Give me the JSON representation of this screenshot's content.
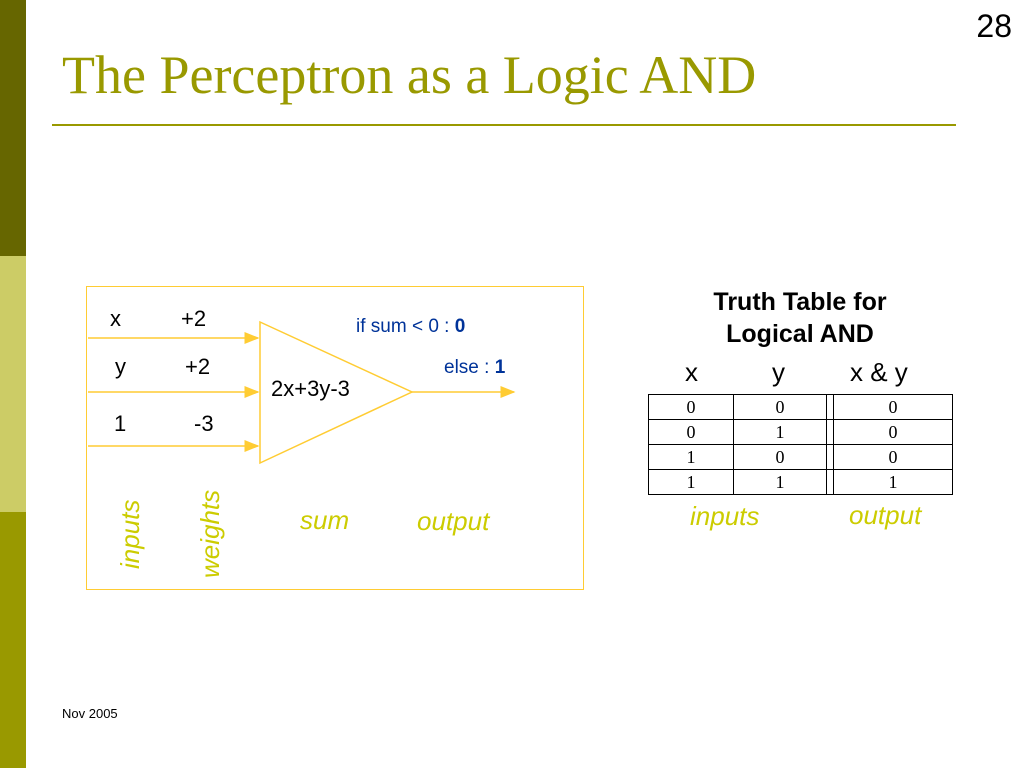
{
  "slide": {
    "number": "28",
    "title": "The Perceptron as a Logic AND",
    "footer": "Nov 2005"
  },
  "diagram": {
    "inputs": [
      {
        "name": "x",
        "weight": "+2"
      },
      {
        "name": "y",
        "weight": "+2"
      },
      {
        "name": "1",
        "weight": "-3"
      }
    ],
    "sum_expression": "2x+3y-3",
    "rule_if": "if  sum < 0 : ",
    "rule_if_value": "0",
    "rule_else": "else : ",
    "rule_else_value": "1",
    "labels": {
      "inputs": "inputs",
      "weights": "weights",
      "sum": "sum",
      "output": "output"
    },
    "colors": {
      "accent": "#999900",
      "arrow": "#ffcc33",
      "rule_text": "#003399",
      "label": "#cccc00"
    }
  },
  "truth_table": {
    "heading_line1": "Truth Table for",
    "heading_line2": "Logical AND",
    "col_x": "x",
    "col_y": "y",
    "col_out": "x & y",
    "rows": [
      [
        "0",
        "0",
        "0"
      ],
      [
        "0",
        "1",
        "0"
      ],
      [
        "1",
        "0",
        "0"
      ],
      [
        "1",
        "1",
        "1"
      ]
    ],
    "label_inputs": "inputs",
    "label_output": "output"
  }
}
